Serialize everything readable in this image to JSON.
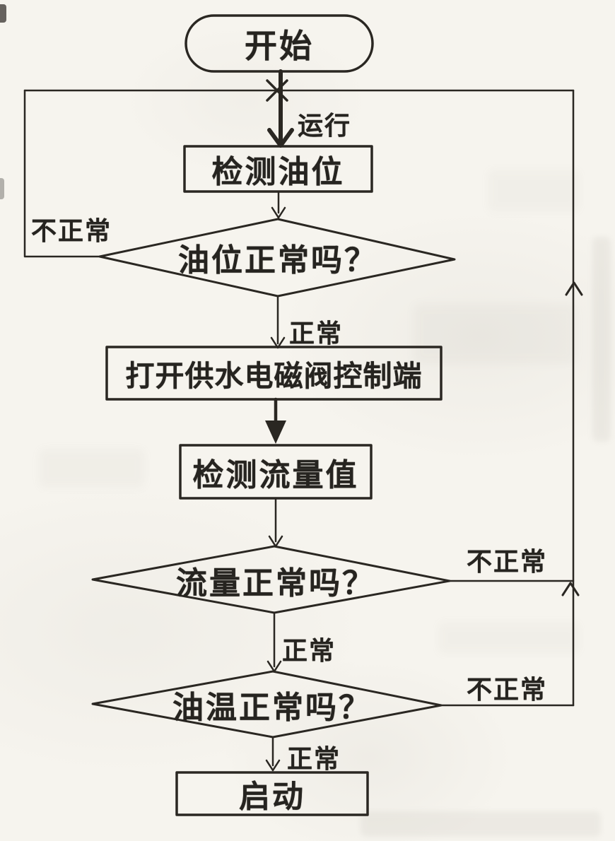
{
  "page": {
    "kind": "scanned flowchart",
    "paper_color": "#f6f4ee",
    "ink_color": "#2a2722"
  },
  "flowchart": {
    "nodes": {
      "start": {
        "label": "开始",
        "type": "terminator"
      },
      "detect_oil_level": {
        "label": "检测油位",
        "type": "process"
      },
      "oil_level_normal": {
        "label": "油位正常吗？",
        "type": "decision"
      },
      "open_valve": {
        "label": "打开供水电磁阀控制端",
        "type": "process"
      },
      "detect_flow": {
        "label": "检测流量值",
        "type": "process"
      },
      "flow_normal": {
        "label": "流量正常吗？",
        "type": "decision"
      },
      "oil_temp_normal": {
        "label": "油温正常吗？",
        "type": "decision"
      },
      "startup": {
        "label": "启动",
        "type": "process"
      }
    },
    "edges": {
      "run": {
        "label": "运行"
      },
      "oil_level_no": {
        "label": "不正常"
      },
      "oil_level_yes": {
        "label": "正常"
      },
      "flow_no": {
        "label": "不正常"
      },
      "flow_yes": {
        "label": "正常"
      },
      "temp_no": {
        "label": "不正常"
      },
      "temp_yes": {
        "label": "正常"
      }
    }
  }
}
